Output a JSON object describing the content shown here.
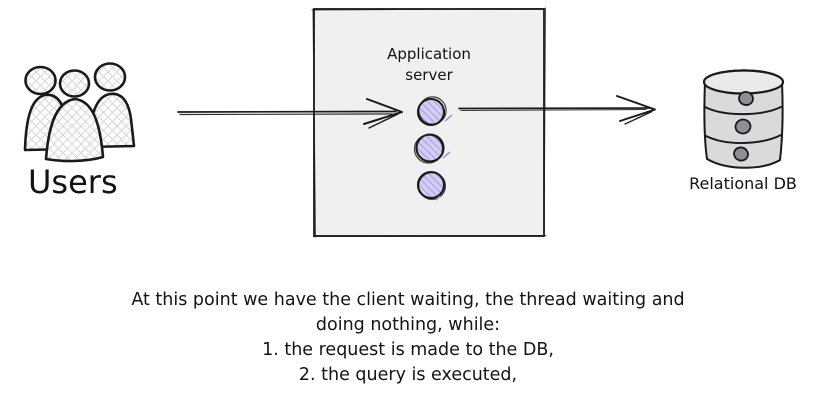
{
  "diagram": {
    "users_label": "Users",
    "app_server_label": "Application server",
    "db_label": "Relational DB"
  },
  "caption": {
    "lines": [
      "At this point we have the client waiting, the thread waiting and",
      "doing nothing, while:",
      "1. the request is made to the DB,",
      "2. the query is executed,"
    ]
  },
  "icons": {
    "users": "three-person-group-crosshatch",
    "thread": "hatched-purple-circle",
    "database": "three-tier-cylinder",
    "flow": "right-arrow"
  },
  "colors": {
    "stroke": "#1a1a1a",
    "box_fill": "#f0f0f1",
    "thread_fill": "#d5ccf3",
    "thread_hatch": "#9886dd",
    "db_fill": "#d9dadc",
    "db_top_fill": "#e8eaeb",
    "db_dot": "#8c9094",
    "users_hatch": "#d6d6de",
    "background": "#ffffff"
  }
}
